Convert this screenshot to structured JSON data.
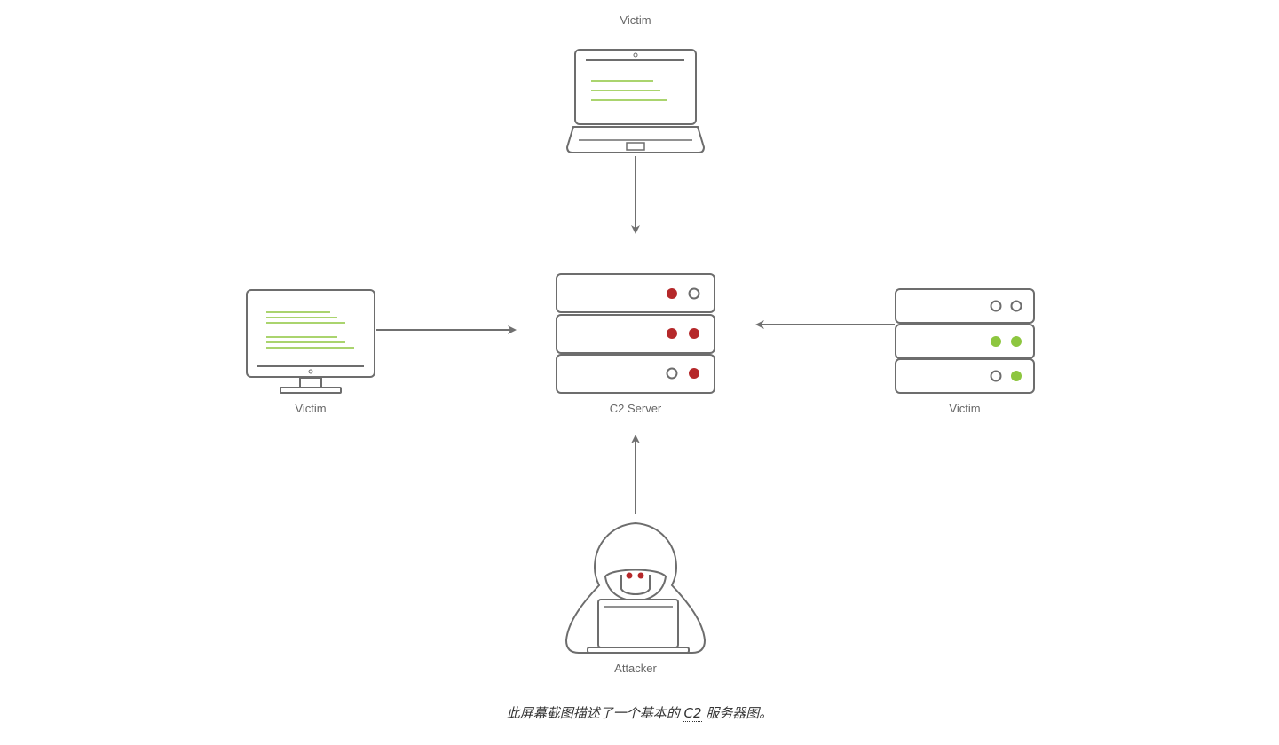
{
  "diagram": {
    "colors": {
      "stroke": "#6d6d6d",
      "arrow": "#707070",
      "text_line": "#8dc63f",
      "led_red": "#b5282a",
      "led_green": "#8dc63f"
    },
    "nodes": {
      "victim_top": {
        "label": "Victim",
        "icon": "laptop-icon"
      },
      "victim_left": {
        "label": "Victim",
        "icon": "monitor-icon"
      },
      "c2_server": {
        "label": "C2 Server",
        "icon": "server-rack-icon"
      },
      "victim_right": {
        "label": "Victim",
        "icon": "server-rack-icon"
      },
      "attacker": {
        "label": "Attacker",
        "icon": "hooded-hacker-icon"
      }
    }
  },
  "caption": {
    "before": "此屏幕截图描述了一个基本的 ",
    "abbr": "C2",
    "after": " 服务器图。"
  }
}
